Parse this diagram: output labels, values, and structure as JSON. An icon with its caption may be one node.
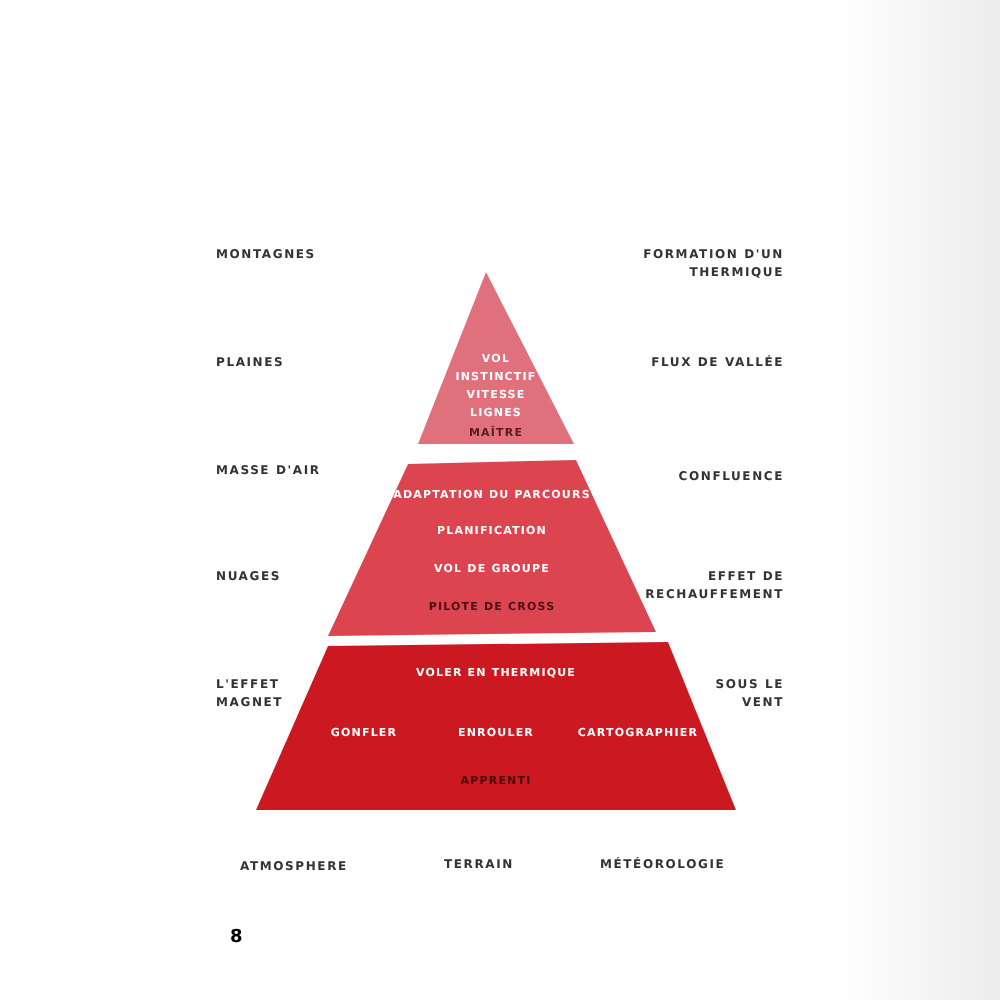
{
  "diagram": {
    "nodes": [
      {
        "text": [
          "VOL INSTINCTIF",
          "VITESSE",
          "LIGNES",
          "MAÎTRE"
        ]
      },
      {
        "text": [
          "ADAPTATION DU PARCOURS",
          "PLANIFICATION",
          "VOL DE GROUPE",
          "PILOTE DE CROSS"
        ]
      },
      {
        "text": [
          "VOLER EN THERMIQUE",
          "GONFLER",
          "ENROULER",
          "CARTOGRAPHIER",
          "APPRENTI"
        ]
      }
    ],
    "labels": [
      "MONTAGNES",
      "FORMATION D'UN THERMIQUE",
      "PLAINES",
      "FLUX DE VALLÉE",
      "MASSE D'AIR",
      "CONFLUENCE",
      "NUAGES",
      "EFFET DE RECHAUFFEMENT",
      "L'EFFET MAGNET",
      "SOUS LE VENT",
      "ATMOSPHERE",
      "TERRAIN",
      "MÉTÉOROLOGIE",
      "8"
    ]
  }
}
